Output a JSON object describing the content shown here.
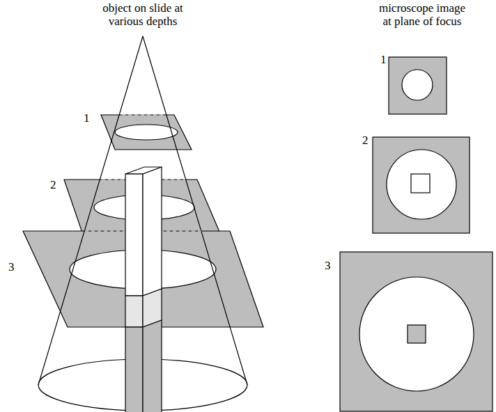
{
  "diagram": {
    "labels": [
      "object on slide at various depths",
      "microscope image at plane of focus",
      "1",
      "2",
      "3",
      "1",
      "2",
      "3"
    ]
  }
}
